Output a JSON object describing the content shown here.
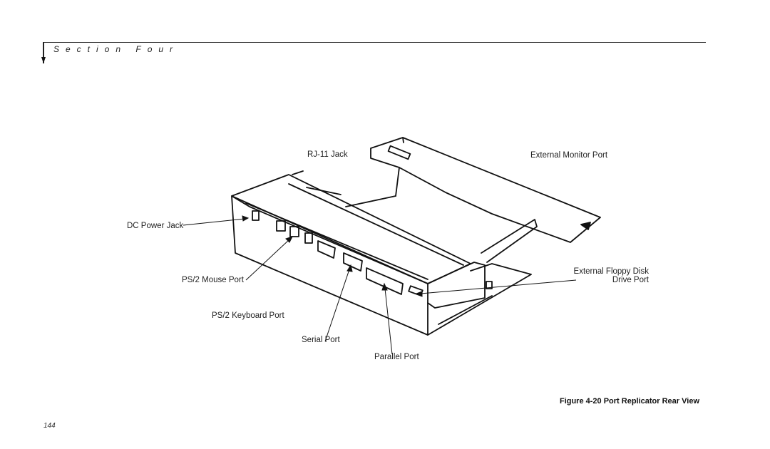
{
  "header": {
    "section_title": "Section Four"
  },
  "figure": {
    "labels": {
      "rj11": "RJ-11 Jack",
      "external_monitor": "External Monitor Port",
      "dc_power": "DC Power Jack",
      "ps2_mouse": "PS/2 Mouse Port",
      "ps2_keyboard": "PS/2 Keyboard Port",
      "serial": "Serial Port",
      "parallel": "Parallel Port",
      "floppy_line1": "External Floppy Disk",
      "floppy_line2": "Drive Port"
    },
    "caption": "Figure 4-20 Port Replicator Rear View"
  },
  "footer": {
    "page_number": "144"
  }
}
